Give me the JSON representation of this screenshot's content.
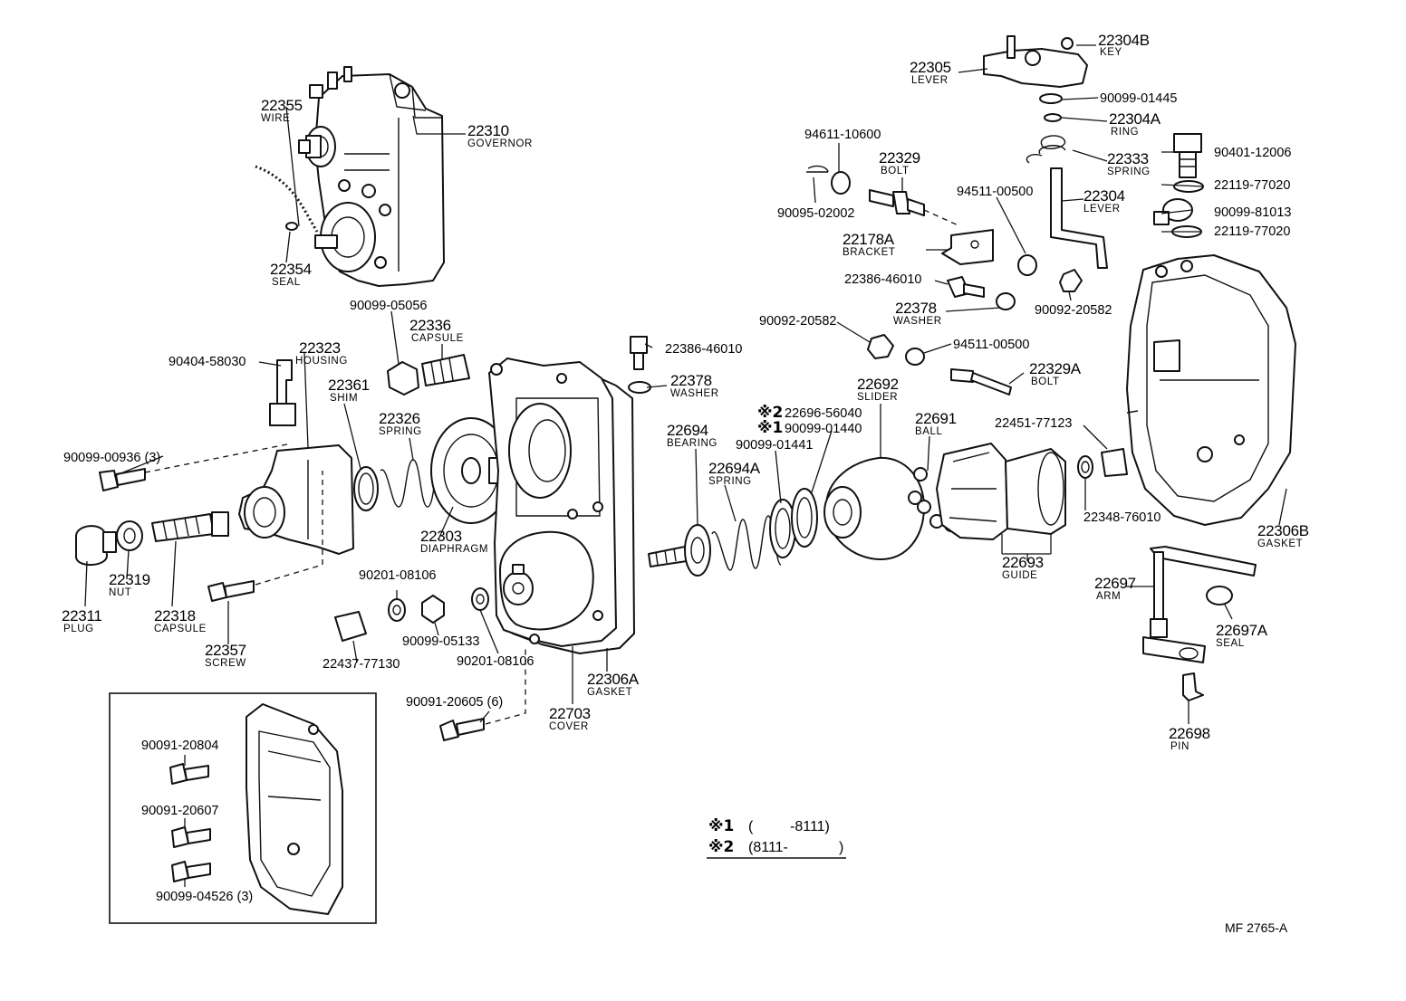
{
  "labels": {
    "l22304B": {
      "num": "22304B",
      "name": "KEY"
    },
    "l22305": {
      "num": "22305",
      "name": "LEVER"
    },
    "l90099_01445": {
      "num": "90099-01445"
    },
    "l22304A": {
      "num": "22304A",
      "name": "RING"
    },
    "l22333": {
      "num": "22333",
      "name": "SPRING"
    },
    "l22304": {
      "num": "22304",
      "name": "LEVER"
    },
    "l90401_12006": {
      "num": "90401-12006"
    },
    "l22119_77020a": {
      "num": "22119-77020"
    },
    "l90099_81013": {
      "num": "90099-81013"
    },
    "l22119_77020b": {
      "num": "22119-77020"
    },
    "l94611_10600": {
      "num": "94611-10600"
    },
    "l22329": {
      "num": "22329",
      "name": "BOLT"
    },
    "l90095_02002": {
      "num": "90095-02002"
    },
    "l94511_00500a": {
      "num": "94511-00500"
    },
    "l22178A": {
      "num": "22178A",
      "name": "BRACKET"
    },
    "l22386_46010a": {
      "num": "22386-46010"
    },
    "l22378a": {
      "num": "22378",
      "name": "WASHER"
    },
    "l90092_20582a": {
      "num": "90092-20582"
    },
    "l90092_20582b": {
      "num": "90092-20582"
    },
    "l94511_00500b": {
      "num": "94511-00500"
    },
    "l22355": {
      "num": "22355",
      "name": "WIRE"
    },
    "l22310": {
      "num": "22310",
      "name": "GOVERNOR"
    },
    "l22354": {
      "num": "22354",
      "name": "SEAL"
    },
    "l90099_05056": {
      "num": "90099-05056"
    },
    "l22336": {
      "num": "22336",
      "name": "CAPSULE"
    },
    "l90404_58030": {
      "num": "90404-58030"
    },
    "l22323": {
      "num": "22323",
      "name": "HOUSING"
    },
    "l22361": {
      "num": "22361",
      "name": "SHIM"
    },
    "l22326": {
      "num": "22326",
      "name": "SPRING"
    },
    "l22386_46010b": {
      "num": "22386-46010"
    },
    "l22378b": {
      "num": "22378",
      "name": "WASHER"
    },
    "l22692": {
      "num": "22692",
      "name": "SLIDER"
    },
    "l22691": {
      "num": "22691",
      "name": "BALL"
    },
    "l22329A": {
      "num": "22329A",
      "name": "BOLT"
    },
    "l22451_77123": {
      "num": "22451-77123"
    },
    "l22694": {
      "num": "22694",
      "name": "BEARING"
    },
    "l22696": {
      "mark": "※2",
      "num": "22696-56040"
    },
    "l90099_01440": {
      "mark": "※1",
      "num": "90099-01440"
    },
    "l90099_01441": {
      "num": "90099-01441"
    },
    "l22694A": {
      "num": "22694A",
      "name": "SPRING"
    },
    "l22348_76010": {
      "num": "22348-76010"
    },
    "l22306B": {
      "num": "22306B",
      "name": "GASKET"
    },
    "l90099_00936": {
      "num": "90099-00936 (3)"
    },
    "l22303": {
      "num": "22303",
      "name": "DIAPHRAGM"
    },
    "l22693": {
      "num": "22693",
      "name": "GUIDE"
    },
    "l22697": {
      "num": "22697",
      "name": "ARM"
    },
    "l22697A": {
      "num": "22697A",
      "name": "SEAL"
    },
    "l22319": {
      "num": "22319",
      "name": "NUT"
    },
    "l22311": {
      "num": "22311",
      "name": "PLUG"
    },
    "l22318": {
      "num": "22318",
      "name": "CAPSULE"
    },
    "l22357": {
      "num": "22357",
      "name": "SCREW"
    },
    "l90201_08106a": {
      "num": "90201-08106"
    },
    "l90099_05133": {
      "num": "90099-05133"
    },
    "l90201_08106b": {
      "num": "90201-08106"
    },
    "l22437_77130": {
      "num": "22437-77130"
    },
    "l22306A": {
      "num": "22306A",
      "name": "GASKET"
    },
    "l22703": {
      "num": "22703",
      "name": "COVER"
    },
    "l90091_20605": {
      "num": "90091-20605 (6)"
    },
    "l22698": {
      "num": "22698",
      "name": "PIN"
    },
    "l90091_20804": {
      "num": "90091-20804"
    },
    "l90091_20607": {
      "num": "90091-20607"
    },
    "l90099_04526": {
      "num": "90099-04526 (3)"
    }
  },
  "footnotes": [
    {
      "mark": "※1",
      "open": "(",
      "range": "-8111)"
    },
    {
      "mark": "※2",
      "open": "(8111-",
      "range": ")"
    }
  ],
  "diagram_code": "MF 2765-A"
}
